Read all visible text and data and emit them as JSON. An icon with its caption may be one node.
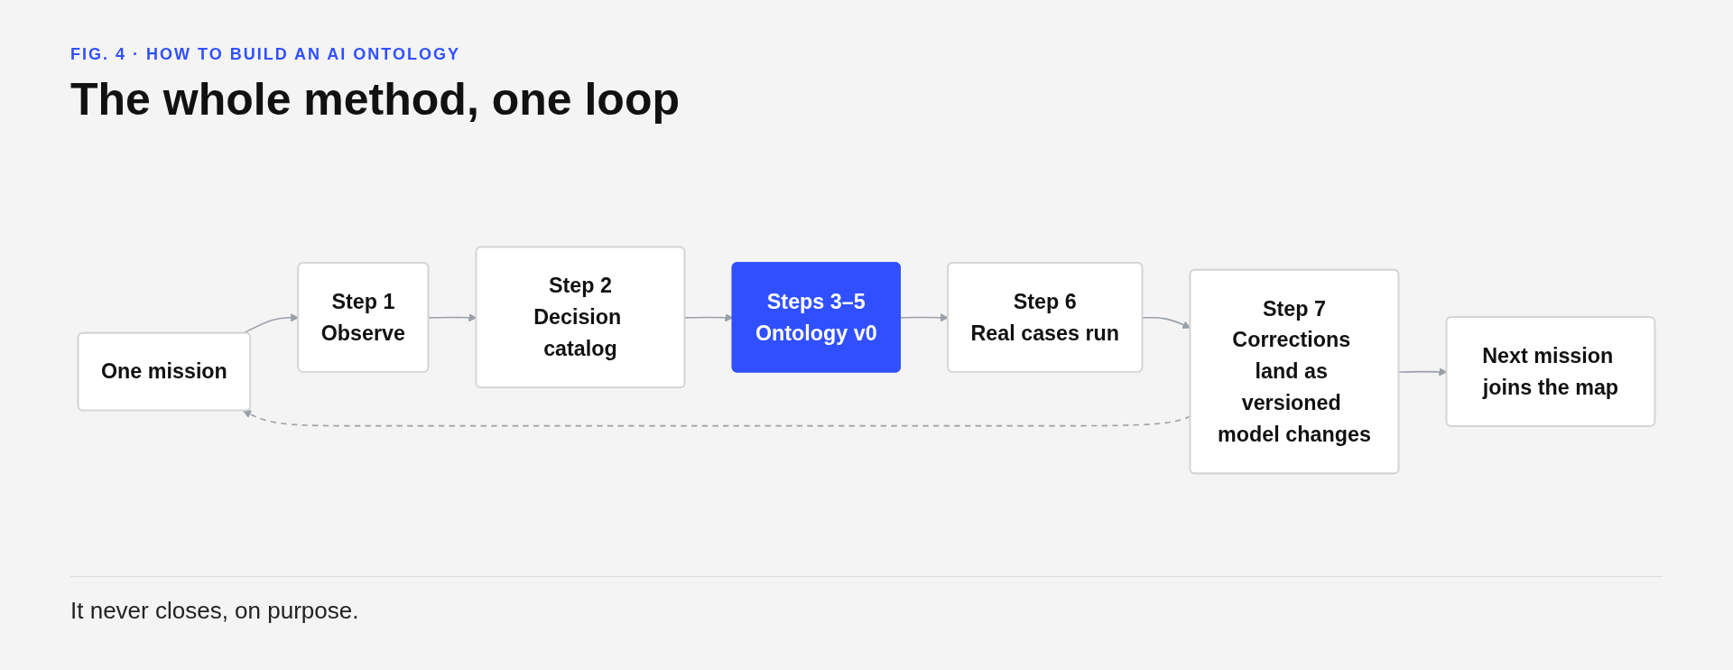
{
  "diagram": {
    "title": "The whole method, one loop",
    "caption": "It never closes, on purpose.",
    "labels": [
      "FIG. 4 · HOW TO BUILD AN AI ONTOLOGY"
    ],
    "nodes": [
      {
        "text": [
          "One mission"
        ]
      },
      {
        "text": [
          "Step 1",
          "Observe"
        ]
      },
      {
        "text": [
          "Step 2",
          "Decision catalog"
        ]
      },
      {
        "text": [
          "Steps 3–5",
          "Ontology v0"
        ]
      },
      {
        "text": [
          "Step 6",
          "Real cases run"
        ]
      },
      {
        "text": [
          "Step 7",
          "Corrections land as versioned model changes"
        ]
      },
      {
        "text": [
          "Next mission joins the map"
        ]
      }
    ],
    "edges": [
      {
        "from": 0,
        "to": 1,
        "arrow": "to"
      },
      {
        "from": 1,
        "to": 2,
        "arrow": "to"
      },
      {
        "from": 2,
        "to": 3,
        "arrow": "to"
      },
      {
        "from": 3,
        "to": 4,
        "arrow": "to"
      },
      {
        "from": 4,
        "to": 5,
        "arrow": "to"
      },
      {
        "from": 5,
        "to": 6,
        "arrow": "to"
      },
      {
        "from": 5,
        "to": 0,
        "arrow": "to",
        "style": "dashed"
      }
    ]
  }
}
